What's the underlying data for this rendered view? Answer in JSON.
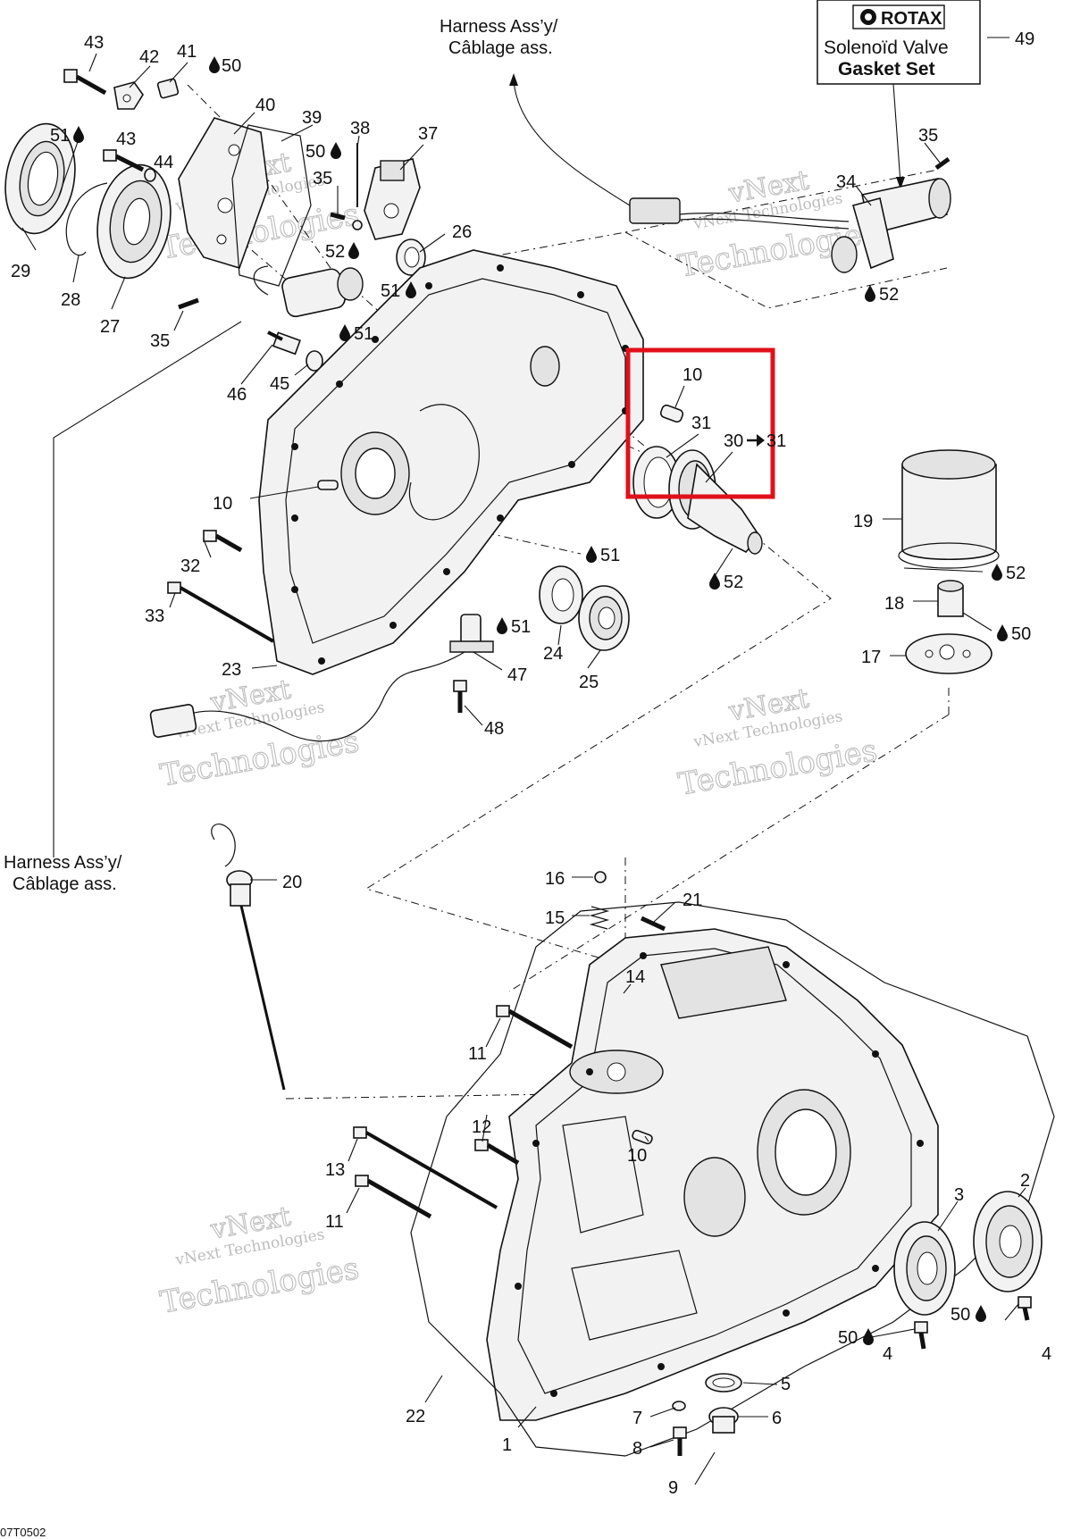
{
  "callouts": {
    "c1": "1",
    "c2": "2",
    "c3": "3",
    "c4a": "4",
    "c4b": "4",
    "c5": "5",
    "c6": "6",
    "c7": "7",
    "c8": "8",
    "c9": "9",
    "c10a": "10",
    "c10b": "10",
    "c10c": "10",
    "c11a": "11",
    "c11b": "11",
    "c12": "12",
    "c13": "13",
    "c14": "14",
    "c15": "15",
    "c16": "16",
    "c17": "17",
    "c18": "18",
    "c19": "19",
    "c20": "20",
    "c21": "21",
    "c22": "22",
    "c23": "23",
    "c24": "24",
    "c25": "25",
    "c26": "26",
    "c27": "27",
    "c28": "28",
    "c29": "29",
    "c30": "30",
    "c31a": "31",
    "c31b": "31",
    "c32": "32",
    "c33": "33",
    "c34": "34",
    "c35a": "35",
    "c35b": "35",
    "c35c": "35",
    "c37": "37",
    "c38": "38",
    "c39": "39",
    "c40": "40",
    "c41": "41",
    "c42": "42",
    "c43a": "43",
    "c43b": "43",
    "c44": "44",
    "c45": "45",
    "c46": "46",
    "c47": "47",
    "c48": "48",
    "c49": "49"
  },
  "lube": {
    "l50a": "50",
    "l50b": "50",
    "l50c": "50",
    "l50d": "50",
    "l50e": "50",
    "l51a": "51",
    "l51b": "51",
    "l51c": "51",
    "l51d": "51",
    "l51e": "51",
    "l52a": "52",
    "l52b": "52",
    "l52c": "52",
    "l52d": "52"
  },
  "harness_top": {
    "line1": "Harness Ass’y/",
    "line2": "Câblage ass."
  },
  "harness_left": {
    "line1": "Harness Ass’y/",
    "line2": "Câblage ass."
  },
  "kit_box": {
    "brand": "ROTAX",
    "line1": "Solenoïd Valve",
    "line2": "Gasket Set"
  },
  "watermark": {
    "line1": "vNext",
    "line2": "Technologies",
    "line3": "vNext Technologies"
  },
  "drawing_code": "07T0502",
  "colors": {
    "highlight": "#e0101a",
    "lines": "#111111",
    "watermark": "#bdbdbd"
  },
  "icons": {
    "lube": "oil-drop-icon",
    "brand": "rotax-logo-icon",
    "pointer": "arrow-right-icon"
  }
}
